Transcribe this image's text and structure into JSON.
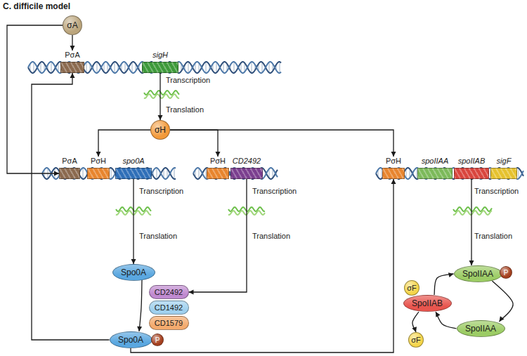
{
  "diagram": {
    "title": "C. difficile model",
    "nodes": [
      {
        "text": [
          "σA"
        ]
      },
      {
        "text": [
          "PσA"
        ]
      },
      {
        "text": [
          "sigH"
        ]
      },
      {
        "text": [
          "σH"
        ]
      },
      {
        "text": [
          "PσA"
        ]
      },
      {
        "text": [
          "PσH"
        ]
      },
      {
        "text": [
          "spo0A"
        ]
      },
      {
        "text": [
          "PσH"
        ]
      },
      {
        "text": [
          "CD2492"
        ]
      },
      {
        "text": [
          "PσH"
        ]
      },
      {
        "text": [
          "spoIIAA"
        ]
      },
      {
        "text": [
          "spoIIAB"
        ]
      },
      {
        "text": [
          "sigF"
        ]
      },
      {
        "text": [
          "Spo0A"
        ]
      },
      {
        "text": [
          "CD2492"
        ]
      },
      {
        "text": [
          "CD1492"
        ]
      },
      {
        "text": [
          "CD1579"
        ]
      },
      {
        "text": [
          "Spo0A"
        ]
      },
      {
        "text": [
          "P"
        ]
      },
      {
        "text": [
          "SpoIIAA"
        ]
      },
      {
        "text": [
          "P"
        ]
      },
      {
        "text": [
          "σF"
        ]
      },
      {
        "text": [
          "SpoIIAB"
        ]
      },
      {
        "text": [
          "SpoIIAA"
        ]
      },
      {
        "text": [
          "σF"
        ]
      }
    ],
    "edges": [
      {
        "from": 0,
        "to": 1,
        "arrow": "to"
      },
      {
        "from": 0,
        "to": 4,
        "arrow": "to"
      },
      {
        "from": 2,
        "to": 3,
        "arrow": "to"
      },
      {
        "from": 3,
        "to": 5,
        "arrow": "to"
      },
      {
        "from": 3,
        "to": 7,
        "arrow": "to"
      },
      {
        "from": 3,
        "to": 9,
        "arrow": "to"
      },
      {
        "from": 6,
        "to": 13,
        "arrow": "to"
      },
      {
        "from": 8,
        "to": 14,
        "arrow": "to"
      },
      {
        "from": 11,
        "to": 19,
        "arrow": "to"
      },
      {
        "from": 13,
        "to": 17,
        "arrow": "to"
      },
      {
        "from": 17,
        "to": 1,
        "arrow": "to"
      },
      {
        "from": 17,
        "to": 9,
        "arrow": "to"
      },
      {
        "from": 22,
        "to": 19,
        "arrow": "to"
      },
      {
        "from": 19,
        "to": 23,
        "arrow": "to"
      },
      {
        "from": 23,
        "to": 22,
        "arrow": "to"
      },
      {
        "from": 22,
        "to": 24,
        "arrow": "to"
      }
    ],
    "labels": [
      "Transcription",
      "Translation",
      "Transcription",
      "Translation",
      "Transcription",
      "Translation",
      "Transcription",
      "Translation"
    ]
  }
}
